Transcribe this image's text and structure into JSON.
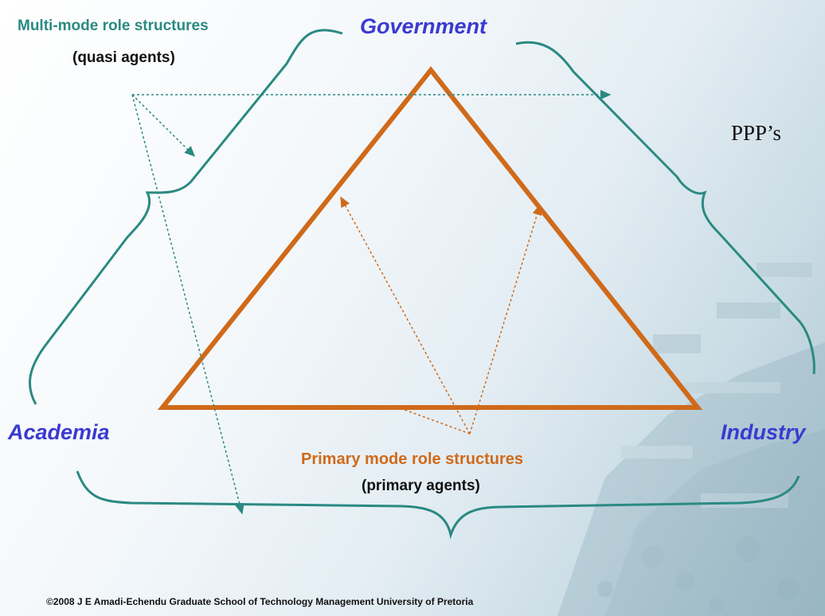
{
  "nodes": {
    "top": "Government",
    "left": "Academia",
    "right": "Industry"
  },
  "quasi": {
    "title": "Multi-mode role structures",
    "subtitle": "(quasi agents)"
  },
  "primary": {
    "title": "Primary mode role structures",
    "subtitle": "(primary agents)"
  },
  "side_note": "PPP’s",
  "footer": "©2008 J E Amadi-Echendu Graduate School of Technology Management  University of Pretoria",
  "colors": {
    "triangle": "#d06a1a",
    "brace": "#2a8a82",
    "node_text": "#3a3ad0",
    "primary_text": "#d06a1a",
    "quasi_text": "#2a8a82"
  }
}
